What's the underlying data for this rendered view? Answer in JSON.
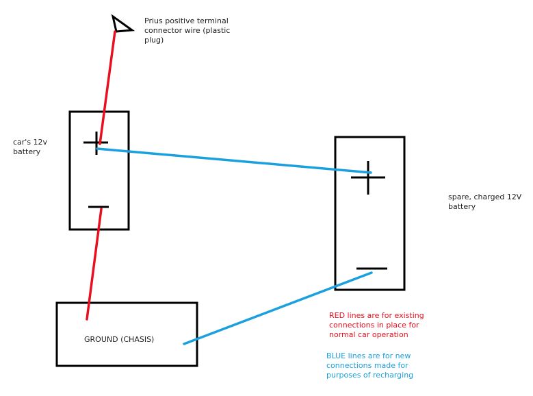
{
  "labels": {
    "prius_line1": "Prius positive terminal",
    "prius_line2": "connector wire (plastic",
    "prius_line3": "plug)",
    "car_battery_line1": "car's 12v",
    "car_battery_line2": "battery",
    "spare_battery_line1": "spare, charged 12V",
    "spare_battery_line2": "battery",
    "ground": "GROUND (CHASIS)"
  },
  "legend": {
    "red_line1": "RED lines are for existing",
    "red_line2": "connections in place for",
    "red_line3": "normal car operation",
    "blue_line1": "BLUE lines are for new",
    "blue_line2": "connections made for",
    "blue_line3": "purposes of recharging"
  },
  "colors": {
    "red_wire": "#e8101e",
    "blue_wire": "#1aa0de",
    "outline": "#000000"
  },
  "terminal_symbols": {
    "positive": "+",
    "negative": "-"
  }
}
